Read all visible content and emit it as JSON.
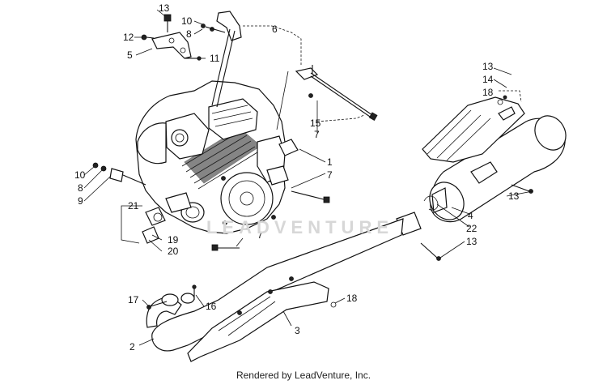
{
  "diagram": {
    "watermark": "LEADVENTURE",
    "footer": "Rendered by LeadVenture, Inc.",
    "callouts": {
      "c13a": "13",
      "c10a": "10",
      "c8a": "8",
      "c12": "12",
      "c5": "5",
      "c11": "11",
      "c6": "6",
      "c15": "15",
      "c7a": "7",
      "c13b": "13",
      "c14": "14",
      "c18a": "18",
      "c10b": "10",
      "c8b": "8",
      "c9": "9",
      "c1": "1",
      "c7b": "7",
      "c21": "21",
      "c19": "19",
      "c20": "20",
      "c7c": "7",
      "c13c": "13",
      "c4": "4",
      "c22": "22",
      "c13d": "13",
      "c17": "17",
      "c16": "16",
      "c18b": "18",
      "c3": "3",
      "c2": "2"
    }
  }
}
